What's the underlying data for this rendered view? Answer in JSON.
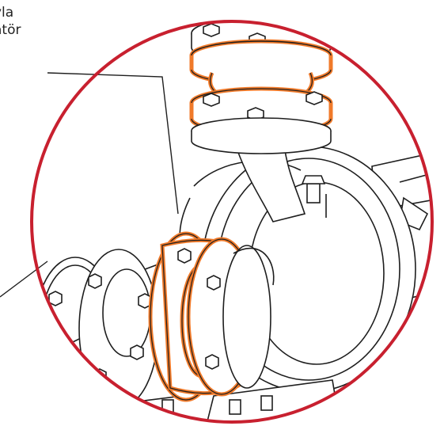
{
  "caption": {
    "line1": "yla",
    "line2": "atör"
  },
  "colors": {
    "circle_border": "#c8202f",
    "highlight": "#f07a2a",
    "ink": "#1e1e1e",
    "background": "#ffffff"
  },
  "icons": {
    "main": "pump-expansion-joint-drawing"
  }
}
